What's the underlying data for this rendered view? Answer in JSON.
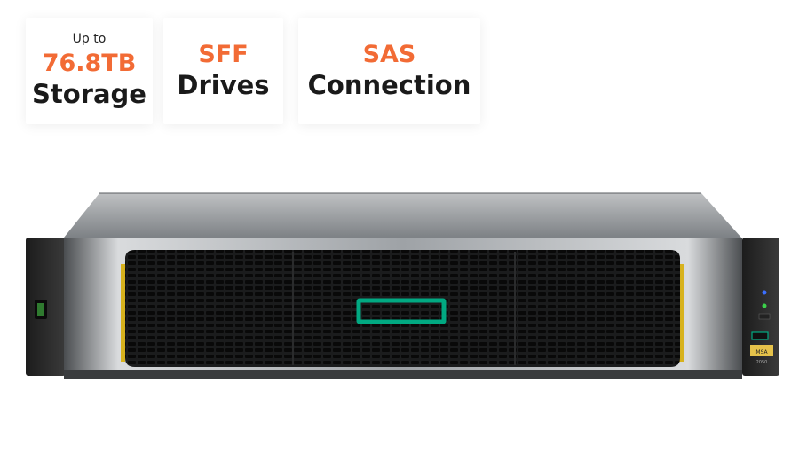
{
  "colors": {
    "accent": "#f26b35",
    "text": "#1a1a1a",
    "hpe_green": "#01a982"
  },
  "features": [
    {
      "pre": "Up to",
      "accent": "76.8TB",
      "main": "Storage"
    },
    {
      "pre": "",
      "accent": "SFF",
      "main": "Drives"
    },
    {
      "pre": "",
      "accent": "SAS",
      "main": "Connection"
    }
  ],
  "product_image": {
    "name": "hpe-msa-storage-array",
    "badge": "MSA",
    "model": "2050"
  }
}
